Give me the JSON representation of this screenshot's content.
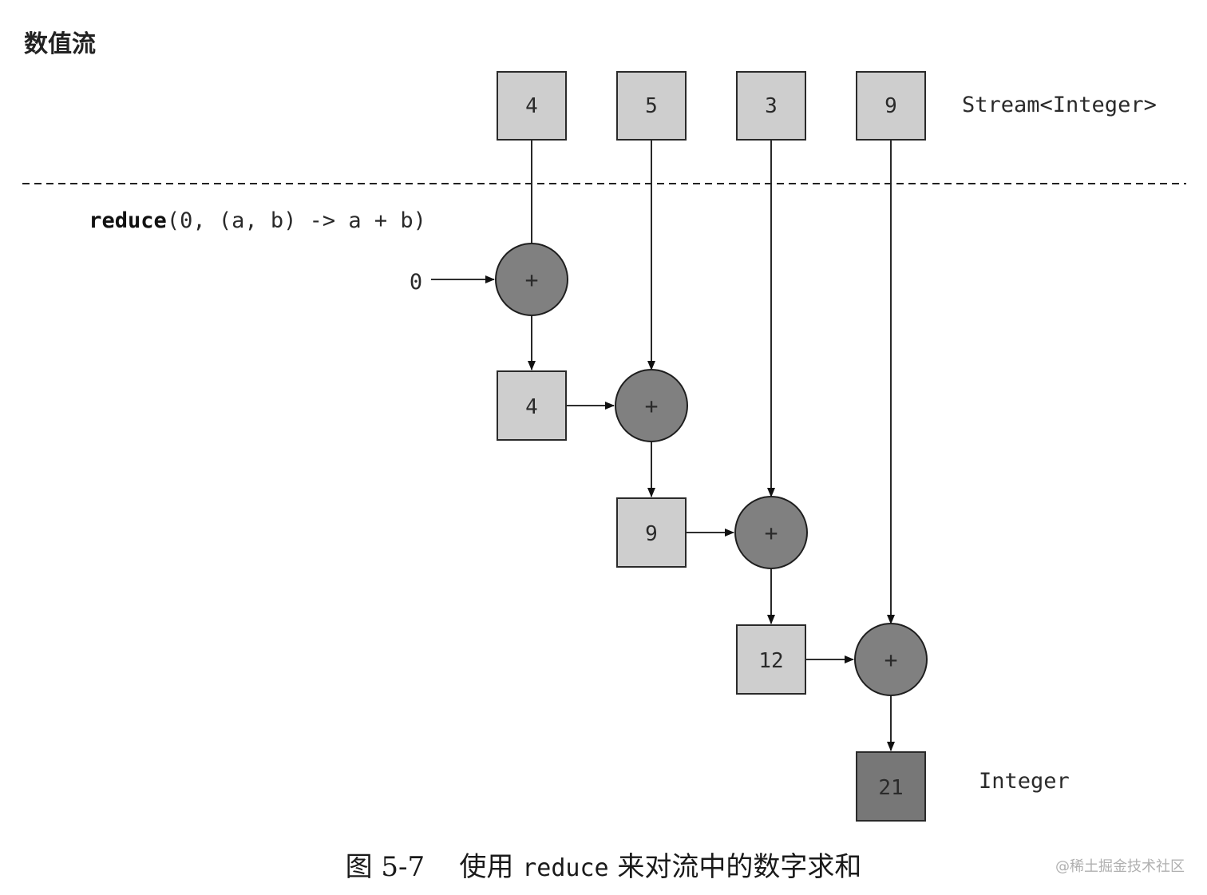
{
  "heading": "数值流",
  "stream_label": "Stream<Integer>",
  "result_type_label": "Integer",
  "reduce_expression": {
    "keyword": "reduce",
    "args": "(0, (a, b) -> a + b)"
  },
  "initial_value": "0",
  "operator_symbol": "+",
  "stream_values": [
    "4",
    "5",
    "3",
    "9"
  ],
  "intermediate_results": [
    "4",
    "9",
    "12"
  ],
  "final_result": "21",
  "caption": {
    "figure_label": "图 5-7",
    "text_before_code": "使用",
    "code": "reduce",
    "text_after_code": "来对流中的数字求和"
  },
  "watermark": "@稀土掘金技术社区",
  "colors": {
    "box_light": "#cecece",
    "box_dark": "#777777",
    "operator_circle": "#808080"
  }
}
